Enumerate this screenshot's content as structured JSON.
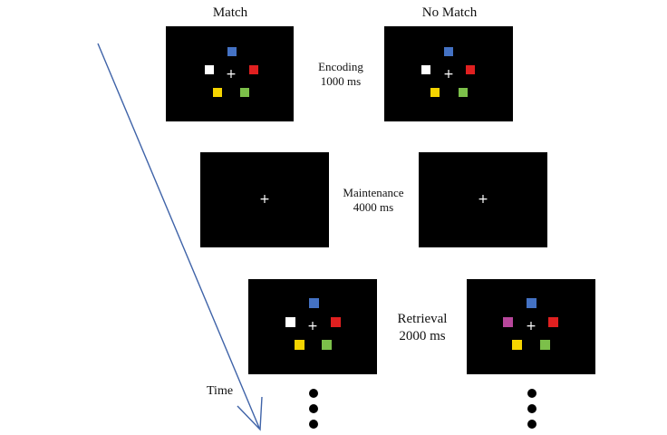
{
  "headings": {
    "match": "Match",
    "no_match": "No Match"
  },
  "phases": {
    "encoding": {
      "name": "Encoding",
      "duration": "1000 ms"
    },
    "maintenance": {
      "name": "Maintenance",
      "duration": "4000 ms"
    },
    "retrieval": {
      "name": "Retrieval",
      "duration": "2000 ms"
    }
  },
  "fixation": "+",
  "time_label": "Time",
  "colors": {
    "screen": "#000000",
    "blue": "#4472c4",
    "red": "#e02020",
    "white": "#ffffff",
    "yellow": "#f5d400",
    "green": "#7cc04a",
    "magenta": "#b8479c",
    "arrow": "#3f63a8"
  }
}
